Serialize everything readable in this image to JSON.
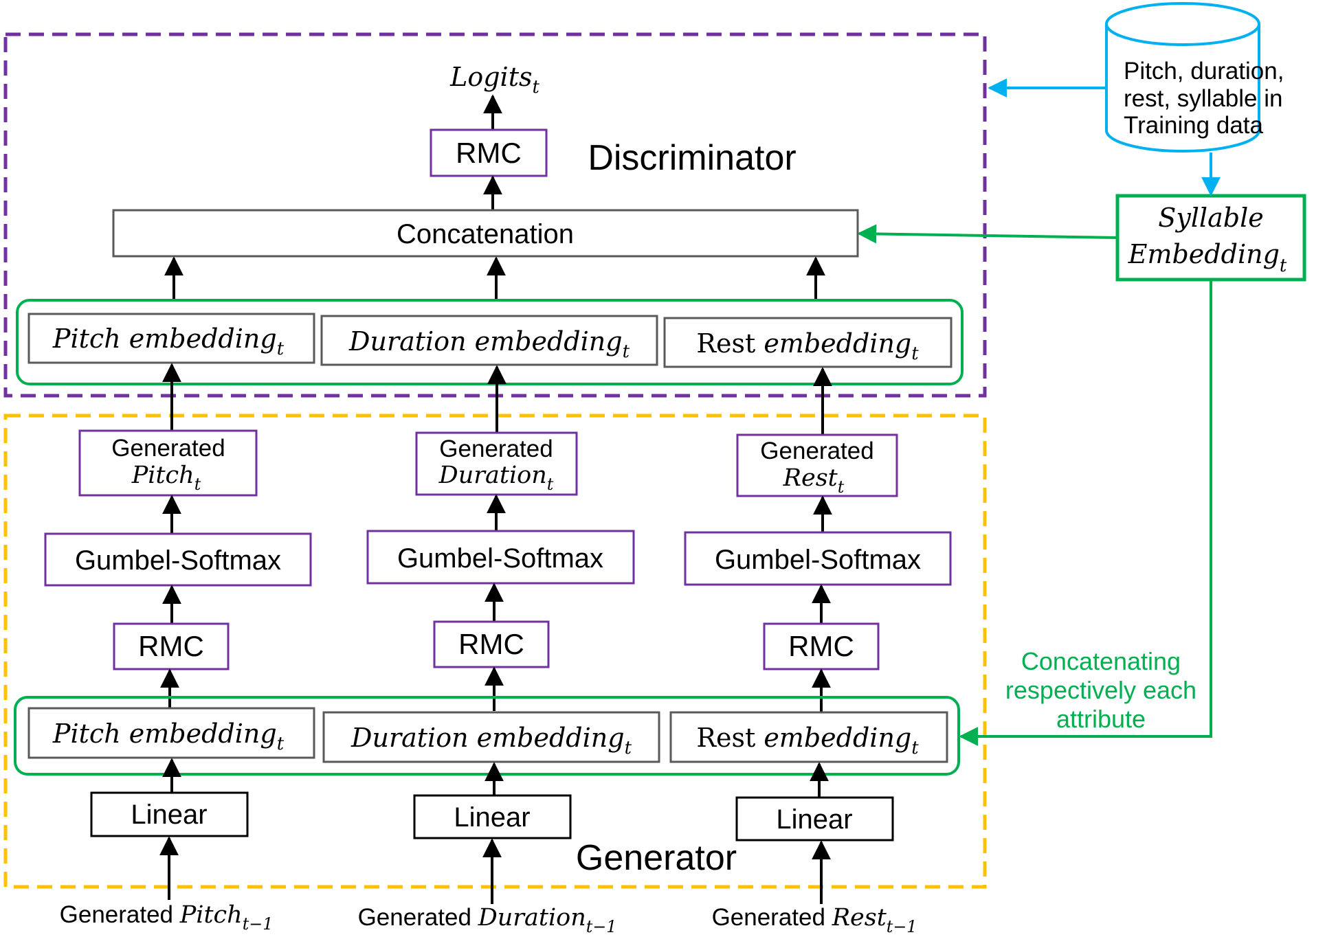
{
  "discriminator": {
    "title": "Discriminator",
    "output": {
      "base": "Logits",
      "sub": "t"
    },
    "rmc": "RMC",
    "concat": "Concatenation",
    "embeddings": [
      {
        "prefix": "",
        "base": "Pitch embedding",
        "sub": "t"
      },
      {
        "prefix": "",
        "base": "Duration embedding",
        "sub": "t"
      },
      {
        "prefix": "Rest ",
        "base": "embedding",
        "sub": "t"
      }
    ]
  },
  "generator": {
    "title": "Generator",
    "columns": [
      {
        "generated_label": "Generated",
        "generated_base": "Pitch",
        "generated_sub": "t",
        "gumbel": "Gumbel-Softmax",
        "rmc": "RMC",
        "embedding": {
          "prefix": "",
          "base": "Pitch embedding",
          "sub": "t"
        },
        "linear": "Linear",
        "input": {
          "prefix": "Generated ",
          "base": "Pitch",
          "sub": "t−1"
        }
      },
      {
        "generated_label": "Generated",
        "generated_base": "Duration",
        "generated_sub": "t",
        "gumbel": "Gumbel-Softmax",
        "rmc": "RMC",
        "embedding": {
          "prefix": "",
          "base": "Duration embedding",
          "sub": "t"
        },
        "linear": "Linear",
        "input": {
          "prefix": "Generated ",
          "base": "Duration",
          "sub": "t−1"
        }
      },
      {
        "generated_label": "Generated",
        "generated_base": "Rest",
        "generated_sub": "t",
        "gumbel": "Gumbel-Softmax",
        "rmc": "RMC",
        "embedding": {
          "prefix": "Rest ",
          "base": "embedding",
          "sub": "t"
        },
        "linear": "Linear",
        "input": {
          "prefix": "Generated ",
          "base": "Rest",
          "sub": "t−1"
        }
      }
    ]
  },
  "training_data": {
    "lines": [
      "Pitch, duration,",
      "rest, syllable in",
      "Training data"
    ]
  },
  "syllable_embedding": {
    "line1": "Syllable",
    "line2": "Embedding",
    "sub": "t"
  },
  "side_note": {
    "lines": [
      "Concatenating",
      "respectively each",
      "attribute"
    ]
  },
  "colors": {
    "discriminator_border": "#7030a0",
    "generator_border": "#ffc000",
    "embedding_group": "#00b050",
    "training_data": "#00b0f0",
    "box_border_gray": "#595959",
    "box_border_black": "#000000"
  }
}
